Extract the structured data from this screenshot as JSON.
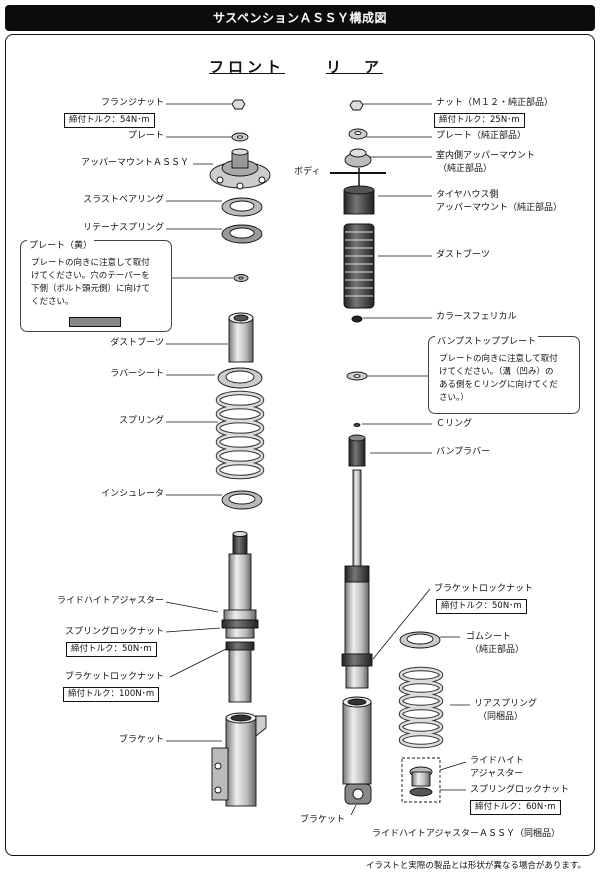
{
  "title": "サスペンションＡＳＳＹ構成図",
  "headings": {
    "front": "フロント",
    "rear": "リ　ア"
  },
  "front": {
    "flange_nut": "フランジナット",
    "flange_nut_torque": "締付トルク：54N･m",
    "plate": "プレート",
    "upper_mount": "アッパーマウントＡＳＳＹ",
    "thrust_bearing": "スラストベアリング",
    "retainer_spring": "リテーナスプリング",
    "note_title": "プレート（黄）",
    "note_lines": [
      "プレートの向きに注意して取付",
      "けてください。穴のテーパーを",
      "下側（ボルト頭元側）に向けて",
      "ください。"
    ],
    "dust_boot": "ダストブーツ",
    "rubber_sheet": "ラバーシート",
    "spring": "スプリング",
    "insulator": "インシュレータ",
    "ride_height_adjuster": "ライドハイトアジャスター",
    "spring_lock_nut": "スプリングロックナット",
    "spring_lock_nut_torque": "締付トルク：50N･m",
    "bracket_lock_nut": "ブラケットロックナット",
    "bracket_lock_nut_torque": "締付トルク：100N･m",
    "bracket": "ブラケット"
  },
  "rear": {
    "nut": "ナット（Ｍ１２・純正部品）",
    "nut_torque": "締付トルク：25N･m",
    "plate": "プレート（純正部品）",
    "inner_mount_1": "室内側アッパーマウント",
    "inner_mount_2": "（純正部品）",
    "body": "ボディ",
    "tire_house_mount_1": "タイヤハウス側",
    "tire_house_mount_2": "アッパーマウント（純正部品）",
    "dust_boot": "ダストブーツ",
    "collar": "カラースフェリカル",
    "note_title": "バンプストッププレート",
    "note_lines": [
      "プレートの向きに注意して取付",
      "けてください。（溝（凹み）の",
      "ある側をＣリングに向けてくだ",
      "さい。）"
    ],
    "c_ring": "Ｃリング",
    "bump_rubber": "バンプラバー",
    "bracket_lock_nut": "ブラケットロックナット",
    "bracket_lock_nut_torque": "締付トルク：50N･m",
    "rubber_sheet_1": "ゴムシート",
    "rubber_sheet_2": "（純正部品）",
    "rear_spring_1": "リアスプリング",
    "rear_spring_2": "（同梱品）",
    "ride_height_1": "ライドハイト",
    "ride_height_2": "アジャスター",
    "spring_lock_nut": "スプリングロックナット",
    "spring_lock_nut_torque": "締付トルク：60N･m",
    "ride_height_assy": "ライドハイトアジャスターＡＳＳＹ（同梱品）",
    "bracket": "ブラケット"
  },
  "footer": "イラストと実際の製品とは形状が異なる場合があります。"
}
